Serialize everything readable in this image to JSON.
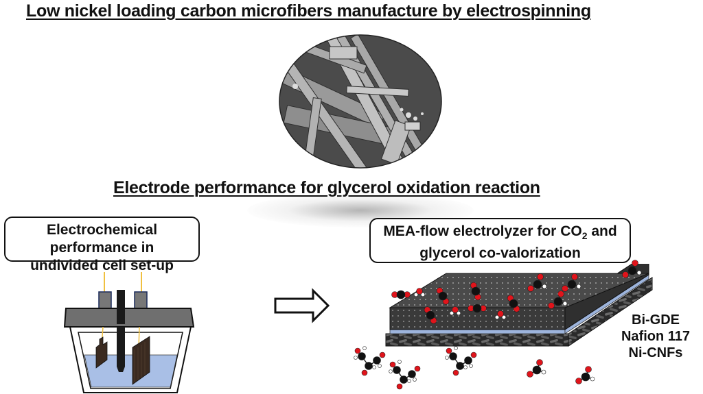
{
  "headings": {
    "top": "Low nickel loading carbon microfibers manufacture by electrospinning",
    "middle": "Electrode performance for glycerol oxidation reaction"
  },
  "left_panel": {
    "line1": "Electrochemical performance in",
    "line2": "undivided cell set-up"
  },
  "right_panel": {
    "line1_prefix": "MEA-flow electrolyzer for CO",
    "line1_subscript": "2",
    "line1_suffix": " and",
    "line2": "glycerol co-valorization"
  },
  "layer_labels": [
    "Bi-GDE",
    "Nafion 117",
    "Ni-CNFs"
  ],
  "icons": {
    "sem_image": "sem-micrograph-carbon-fibers",
    "cell": "undivided-electrochemical-cell",
    "arrow": "right-arrow-outline",
    "mea": "membrane-electrode-assembly-stack",
    "molecules": "co2-formic-acid-glycerol-molecules"
  },
  "colors": {
    "text": "#111111",
    "electrolyte": "#a9bfe6",
    "lid": "#6f6f6f",
    "electrode": "#3a2a20",
    "wire": "#f0c040",
    "oxygen": "#e0141b",
    "carbon": "#111111",
    "hydrogen": "#ffffff",
    "gde": "#4a4a4a",
    "membrane": "#7fa0d0"
  }
}
